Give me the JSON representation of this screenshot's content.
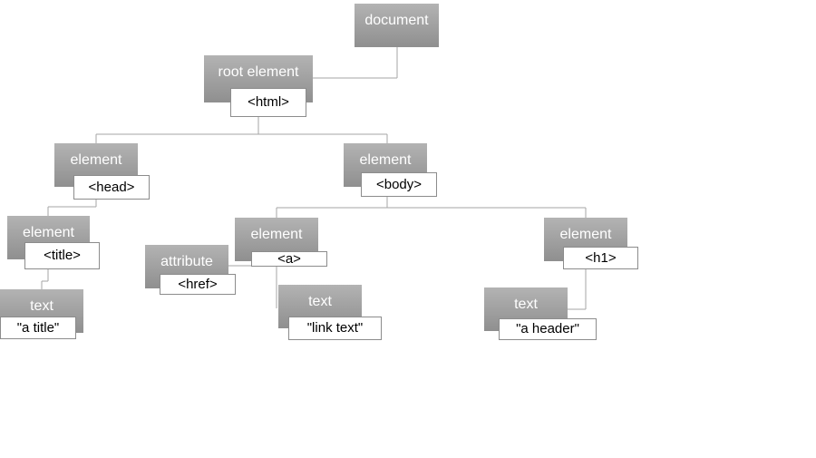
{
  "nodes": {
    "document": {
      "label": "document"
    },
    "root": {
      "label": "root element",
      "tag": "<html>"
    },
    "head": {
      "label": "element",
      "tag": "<head>"
    },
    "body": {
      "label": "element",
      "tag": "<body>"
    },
    "title": {
      "label": "element",
      "tag": "<title>"
    },
    "title_text": {
      "label": "text",
      "tag": "\"a title\""
    },
    "anchor": {
      "label": "element",
      "tag": "<a>"
    },
    "href": {
      "label": "attribute",
      "tag": "<href>"
    },
    "link_text": {
      "label": "text",
      "tag": "\"link text\""
    },
    "h1": {
      "label": "element",
      "tag": "<h1>"
    },
    "header_text": {
      "label": "text",
      "tag": "\"a header\""
    }
  },
  "colors": {
    "node_top": "#b3b3b3",
    "node_bottom": "#8f8f8f",
    "connector": "#a6a6a6",
    "tag_border": "#8c8c8c"
  }
}
